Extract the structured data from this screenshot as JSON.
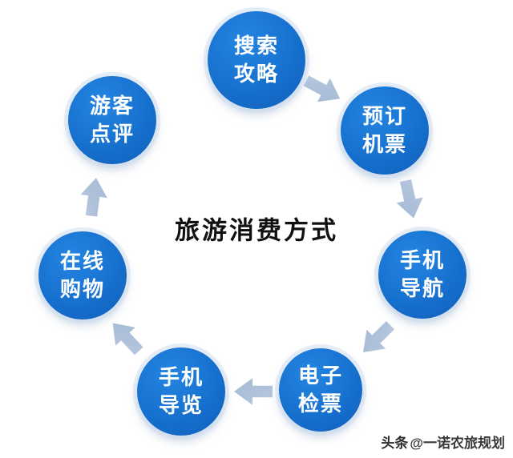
{
  "title": "旅游消费方式",
  "nodes": [
    {
      "label": "搜索攻略"
    },
    {
      "label": "预订机票"
    },
    {
      "label": "手机导航"
    },
    {
      "label": "电子检票"
    },
    {
      "label": "手机导览"
    },
    {
      "label": "在线购物"
    },
    {
      "label": "游客点评"
    }
  ],
  "arrows": [
    {
      "from": "搜索攻略",
      "to": "预订机票"
    },
    {
      "from": "预订机票",
      "to": "手机导航"
    },
    {
      "from": "手机导航",
      "to": "电子检票"
    },
    {
      "from": "电子检票",
      "to": "手机导览"
    },
    {
      "from": "手机导览",
      "to": "在线购物"
    },
    {
      "from": "在线购物",
      "to": "游客点评"
    }
  ],
  "watermark": {
    "brand": "头条",
    "handle": "@一诺农旅规划"
  },
  "colors": {
    "node_blue": "#1670ce",
    "arrow_gray_blue": "#a9bdd8",
    "title_black": "#111111",
    "halo": "#d0deF0"
  }
}
